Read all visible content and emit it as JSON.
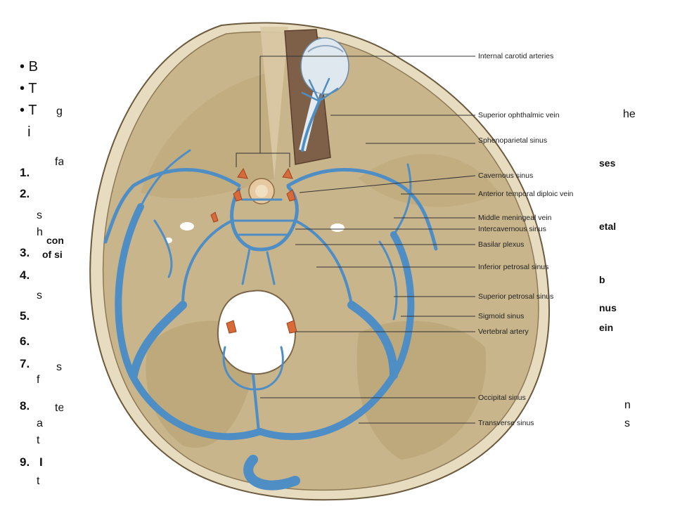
{
  "slide": {
    "bullets": [
      "B",
      "T",
      "T"
    ],
    "bullet_tail": "he",
    "bullet_tail2": "i",
    "numbered_markers": [
      "1.",
      "2.",
      "3.",
      "4.",
      "5.",
      "6.",
      "7.",
      "8.",
      "9."
    ],
    "numbered_tail_9": "I",
    "left_fragments": [
      "s",
      "h",
      "s",
      "f",
      "a",
      "t",
      "t",
      "s",
      "te",
      "fa",
      "conf",
      "of si",
      "g"
    ],
    "right_fragments": [
      "ses",
      "etal",
      "b",
      "nus",
      "ein",
      "n",
      "s"
    ]
  },
  "figure": {
    "labels": [
      "Internal carotid arteries",
      "Superior ophthalmic vein",
      "Sphenoparietal sinus",
      "Cavernous sinus",
      "Anterior temporal diploic vein",
      "Middle meningeal vein",
      "Intercavernous sinus",
      "Basilar plexus",
      "Inferior petrosal sinus",
      "Superior petrosal sinus",
      "Sigmoid sinus",
      "Vertebral artery",
      "Occipital sinus",
      "Transverse sinus"
    ],
    "colors": {
      "bone": "#c9b58c",
      "bone_dark": "#a8926a",
      "vein": "#4f8ec4",
      "vein_dark": "#2f6aa0",
      "artery": "#d86a3a"
    }
  }
}
